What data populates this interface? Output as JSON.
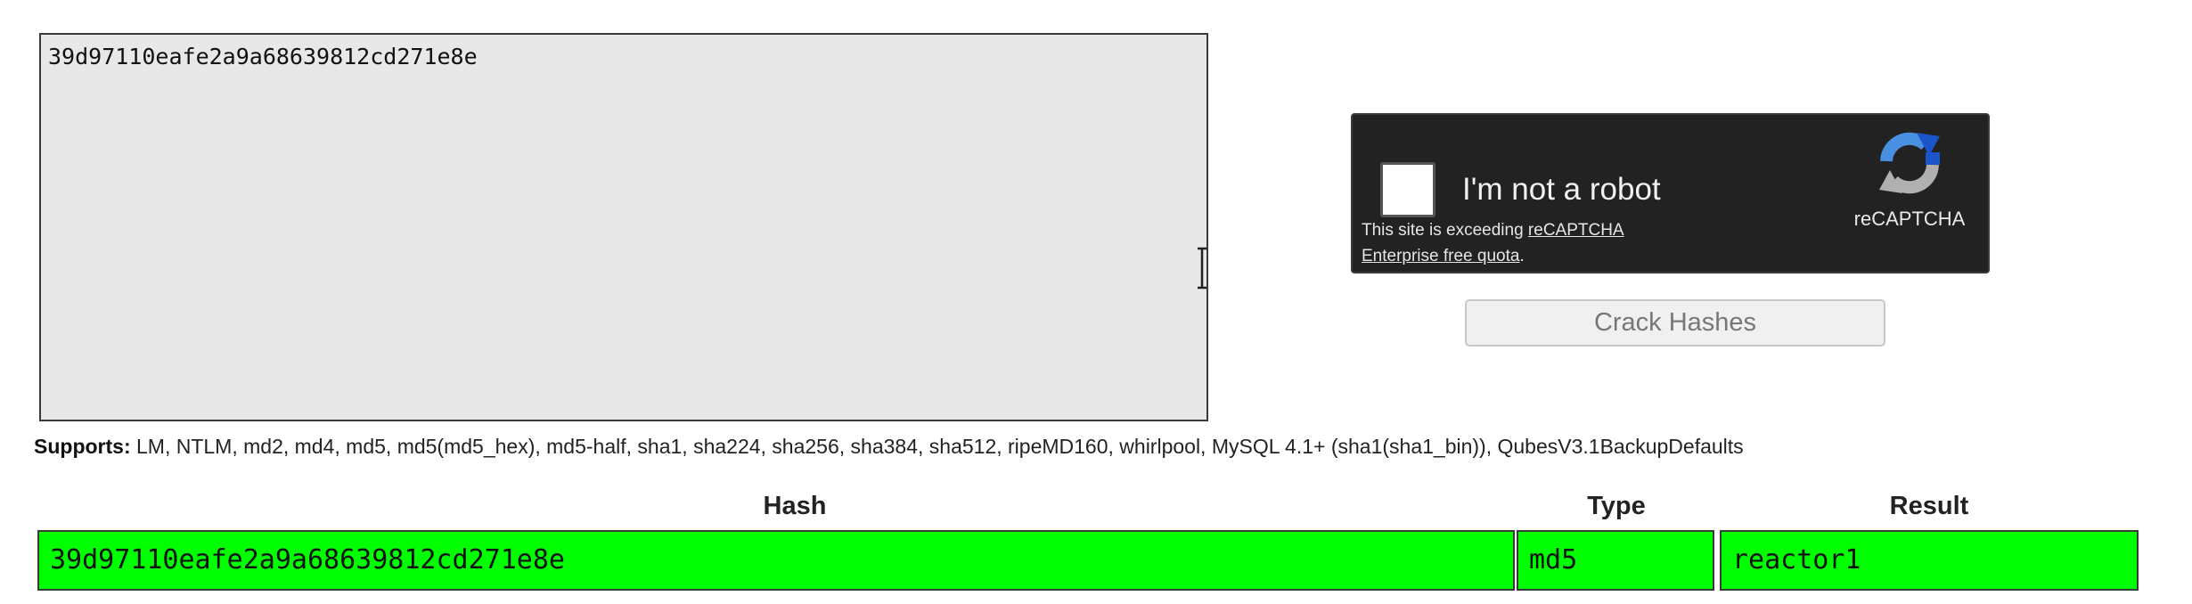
{
  "input": {
    "value": "39d97110eafe2a9a68639812cd271e8e"
  },
  "recaptcha": {
    "label": "I'm not a robot",
    "notice_prefix": "This site is exceeding ",
    "notice_link_line1": "reCAPTCHA",
    "notice_link_line2": "Enterprise free quota",
    "notice_suffix": ".",
    "brand": "reCAPTCHA",
    "colors": {
      "background": "#222222",
      "logo_blue": "#4a90e2",
      "logo_dark_blue": "#1a56c9",
      "logo_gray": "#b0b0b0"
    }
  },
  "crack_button": {
    "label": "Crack Hashes"
  },
  "supports": {
    "label": "Supports:",
    "text": " LM, NTLM, md2, md4, md5, md5(md5_hex), md5-half, sha1, sha224, sha256, sha384, sha512, ripeMD160, whirlpool, MySQL 4.1+ (sha1(sha1_bin)), QubesV3.1BackupDefaults"
  },
  "results": {
    "headers": {
      "hash": "Hash",
      "type": "Type",
      "result": "Result"
    },
    "rows": [
      {
        "hash": "39d97110eafe2a9a68639812cd271e8e",
        "type": "md5",
        "result": "reactor1",
        "status_color": "#00ff00"
      }
    ]
  }
}
